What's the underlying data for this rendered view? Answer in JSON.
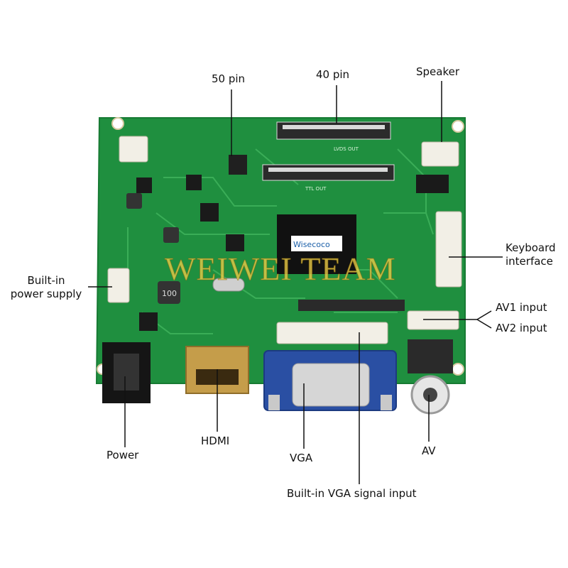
{
  "labels": {
    "pin50": "50 pin",
    "pin40": "40 pin",
    "speaker": "Speaker",
    "keyboard_interface": "Keyboard\ninterface",
    "builtin_power_supply": "Built-in\npower supply",
    "av1_input": "AV1 input",
    "av2_input": "AV2 input",
    "power": "Power",
    "hdmi": "HDMI",
    "vga": "VGA",
    "av": "AV",
    "builtin_vga_signal_input": "Built-in VGA signal input"
  },
  "watermark": "WEIWEI TEAM",
  "chip_marking": "Wisecoco",
  "silkscreen": {
    "lvds_out": "LVDS OUT",
    "ttl_out": "TTL OUT",
    "inductor": "100"
  },
  "colors": {
    "pcb": "#1f8f3f",
    "pcb_trace": "#3fb35c",
    "leader": "#111111",
    "vga_blue": "#2a4fa3"
  }
}
